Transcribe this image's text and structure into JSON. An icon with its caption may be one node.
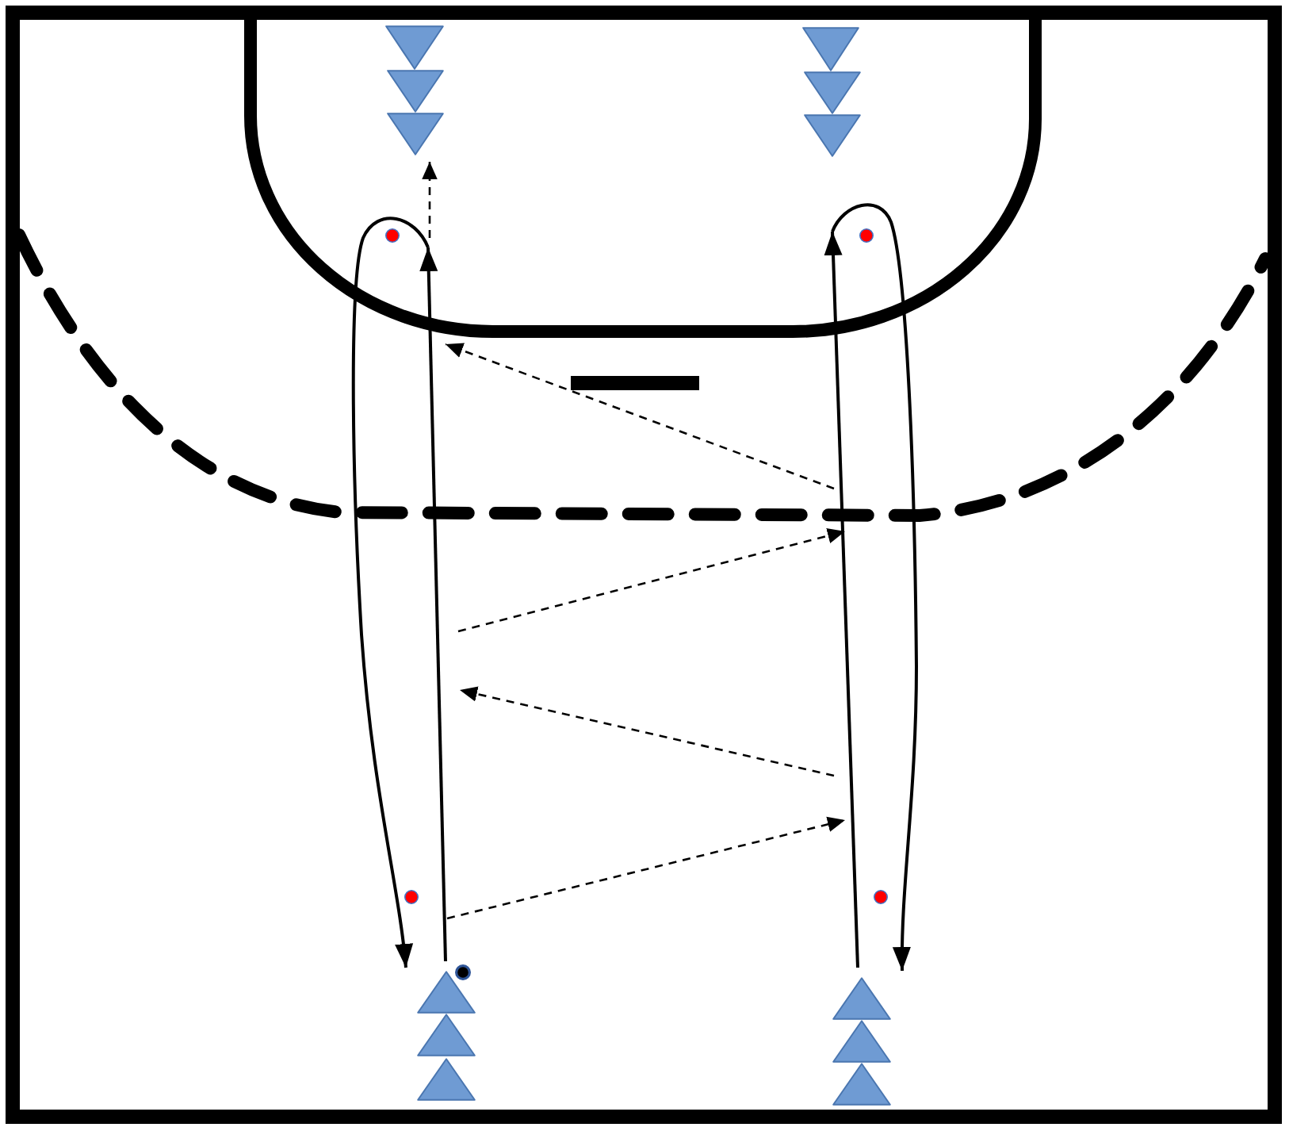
{
  "diagram": {
    "nodes": [
      {
        "text": [],
        "shape": "triangle"
      },
      {
        "text": [],
        "shape": "triangle"
      },
      {
        "text": [],
        "shape": "triangle"
      },
      {
        "text": [],
        "shape": "triangle"
      },
      {
        "text": [],
        "shape": "triangle"
      },
      {
        "text": [],
        "shape": "triangle"
      },
      {
        "text": [],
        "shape": "circle"
      },
      {
        "text": [],
        "shape": "circle"
      },
      {
        "text": [],
        "shape": "circle"
      },
      {
        "text": [],
        "shape": "circle"
      },
      {
        "text": [],
        "shape": "circle"
      },
      {
        "text": [],
        "shape": "triangle"
      },
      {
        "text": [],
        "shape": "triangle"
      },
      {
        "text": [],
        "shape": "triangle"
      },
      {
        "text": [],
        "shape": "triangle"
      },
      {
        "text": [],
        "shape": "triangle"
      },
      {
        "text": [],
        "shape": "triangle"
      }
    ],
    "edges": [
      {
        "from": 11,
        "to": 6,
        "arrow": "to"
      },
      {
        "from": null,
        "to": 11,
        "arrow": "to"
      },
      {
        "from": null,
        "to": 2,
        "arrow": "to",
        "style": "dashed"
      },
      {
        "from": 14,
        "to": 7,
        "arrow": "to"
      },
      {
        "from": null,
        "to": 14,
        "arrow": "to"
      }
    ]
  }
}
